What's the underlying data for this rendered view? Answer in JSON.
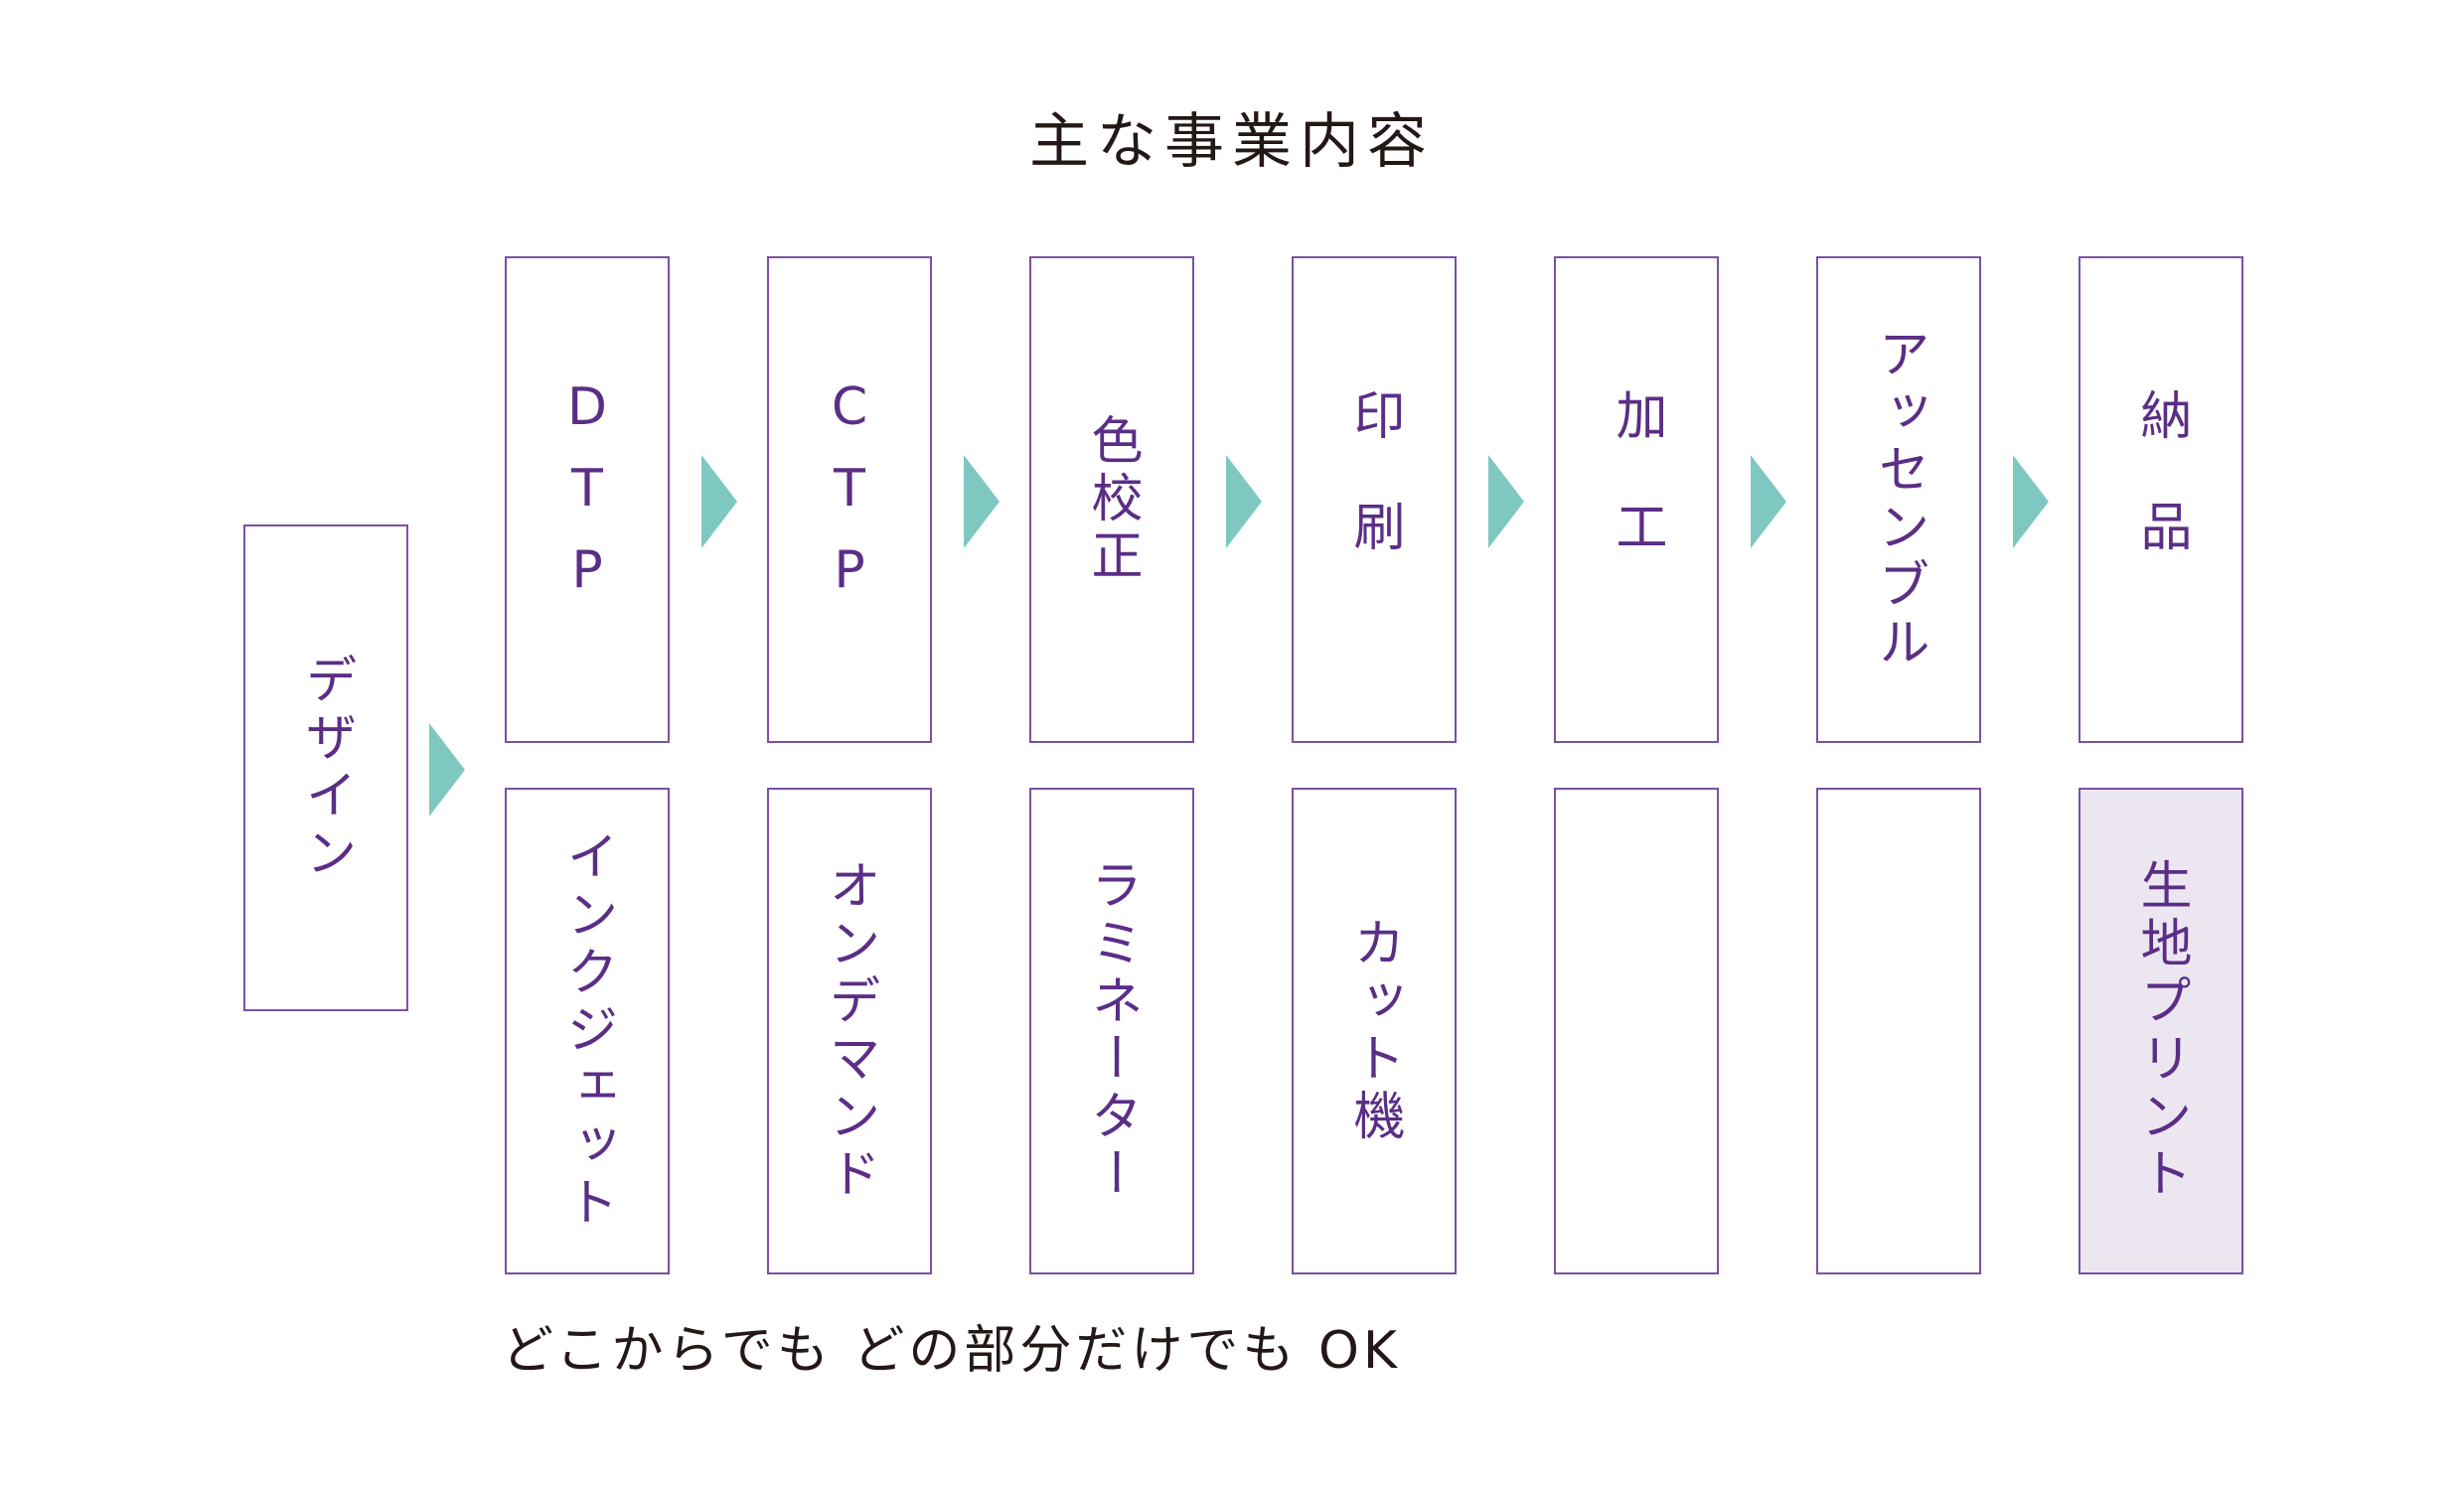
{
  "title": "主な事業内容",
  "start": {
    "label": "デザイン"
  },
  "top_row": [
    {
      "label": "DTP"
    },
    {
      "label": "CTP"
    },
    {
      "label": "色校正"
    },
    {
      "label": "印刷"
    },
    {
      "label": "加工"
    },
    {
      "label": "アッセンブル"
    },
    {
      "label": "納品"
    }
  ],
  "bottom_row": [
    {
      "label": "インクジェット"
    },
    {
      "label": "オンデマンド"
    },
    {
      "label": "ラミネーター"
    },
    {
      "label": "カット機"
    },
    {
      "label": ""
    },
    {
      "label": ""
    },
    {
      "label": "生地プリント"
    }
  ],
  "footer": "どこからでも どの部分だけでも OK",
  "colors": {
    "box_border": "#7b50a3",
    "label_text": "#5b2e86",
    "arrow": "#7fc8c2",
    "highlight_fill": "#ece6f1",
    "title_text": "#231815"
  }
}
